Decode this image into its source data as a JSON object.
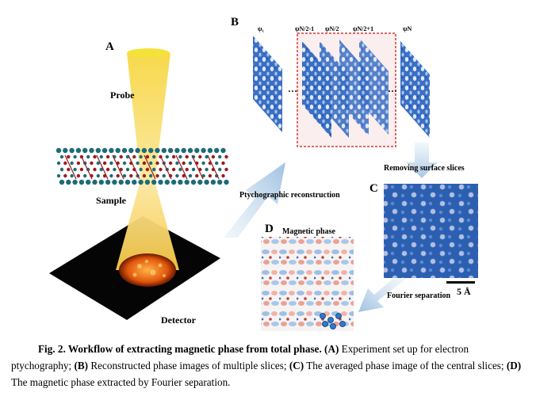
{
  "figure": {
    "panels": {
      "a": "A",
      "b": "B",
      "c": "C",
      "d": "D"
    },
    "labels": {
      "probe": "Probe",
      "sample": "Sample",
      "detector": "Detector",
      "ptychographic": "Ptychographic reconstruction",
      "removing": "Removing surface slices",
      "fourier": "Fourier separation",
      "magnetic": "Magnetic phase",
      "scale": "5 Å"
    },
    "slices": {
      "psi1": "ψ₁",
      "psiN2m1": "ψN/2-1",
      "psiN2": "ψN/2",
      "psiN2p1": "ψN/2+1",
      "psiN": "ψN",
      "dots": "···"
    }
  },
  "caption": {
    "title": "Fig. 2. Workflow of extracting magnetic phase from total phase.",
    "a_label": "(A)",
    "a_text": " Experiment set up for electron ptychography;",
    "b_label": "(B)",
    "b_text": " Reconstructed phase images of multiple slices;",
    "c_label": "(C)",
    "c_text": " The averaged phase image of the central slices;",
    "d_label": "(D)",
    "d_text": " The magnetic phase extracted by Fourier separation."
  },
  "colors": {
    "beam": "#f5d75a",
    "atom_teal": "#1e6b78",
    "atom_red": "#9b1c1c",
    "phase_blue": "#2f62b5",
    "arrow": "#b9d2e8",
    "box": "#d23a3a",
    "detector": "#050505",
    "spot": "#e8620d"
  }
}
